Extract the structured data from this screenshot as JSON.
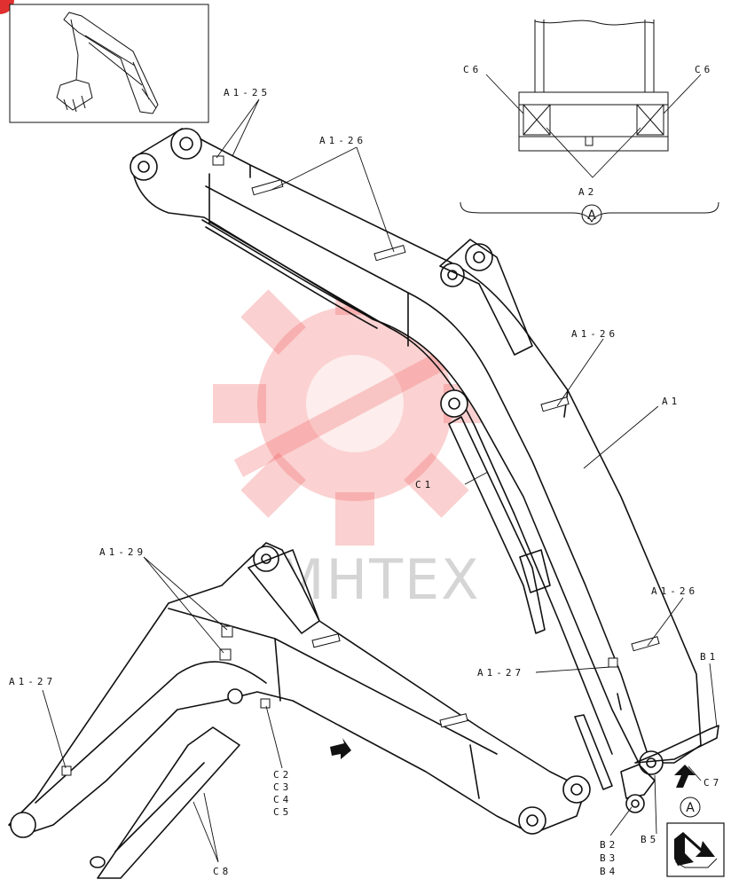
{
  "watermark": {
    "text": "MHTEX",
    "color": "#f05a5a"
  },
  "view_marker": "A",
  "labels": {
    "a1_25": "A1-25",
    "a1_26_top": "A1-26",
    "a1_26_mid": "A1-26",
    "a1_26_low": "A1-26",
    "a1": "A1",
    "c1": "C1",
    "a1_29": "A1-29",
    "a1_27_left": "A1-27",
    "a1_27_right": "A1-27",
    "b1": "B1",
    "c7": "C7",
    "b5": "B5",
    "b2": "B2",
    "b3": "B3",
    "b4": "B4",
    "c8": "C8",
    "c2": "C2",
    "c3": "C3",
    "c4": "C4",
    "c5": "C5",
    "c6_left": "C6",
    "c6_right": "C6",
    "a2": "A2"
  },
  "icons": {
    "thumbnail": "excavator-thumbnail",
    "nav": "next-page-arrow-icon",
    "badge": "corner-badge"
  }
}
